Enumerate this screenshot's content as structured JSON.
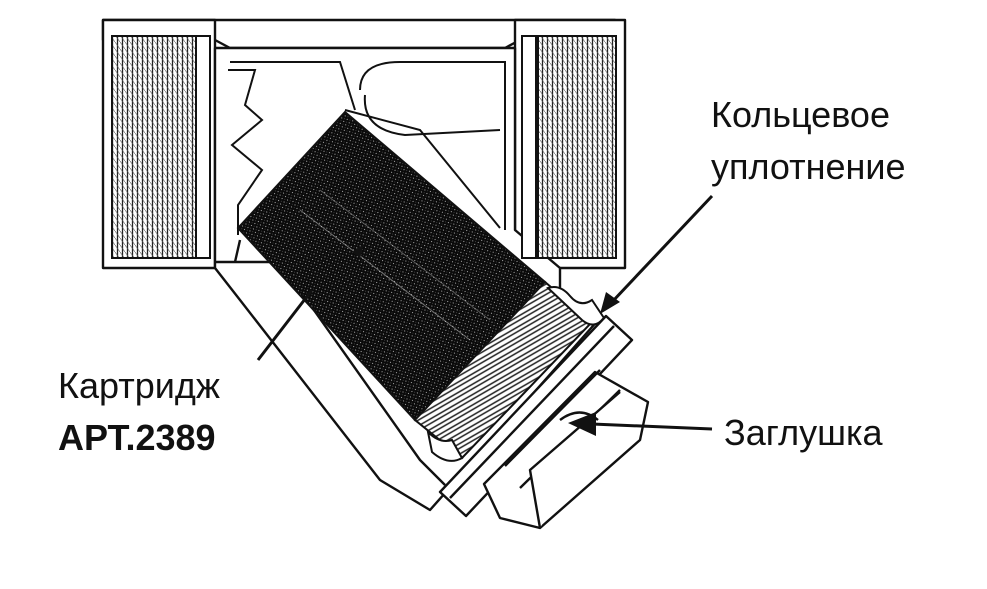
{
  "labels": {
    "o_ring_line1": "Кольцевое",
    "o_ring_line2": "уплотнение",
    "cartridge_line1": "Картридж",
    "cartridge_line2": "АРТ.2389",
    "plug": "Заглушка"
  },
  "colors": {
    "stroke": "#111111",
    "background": "#ffffff",
    "mesh": "#0a0a0a"
  }
}
